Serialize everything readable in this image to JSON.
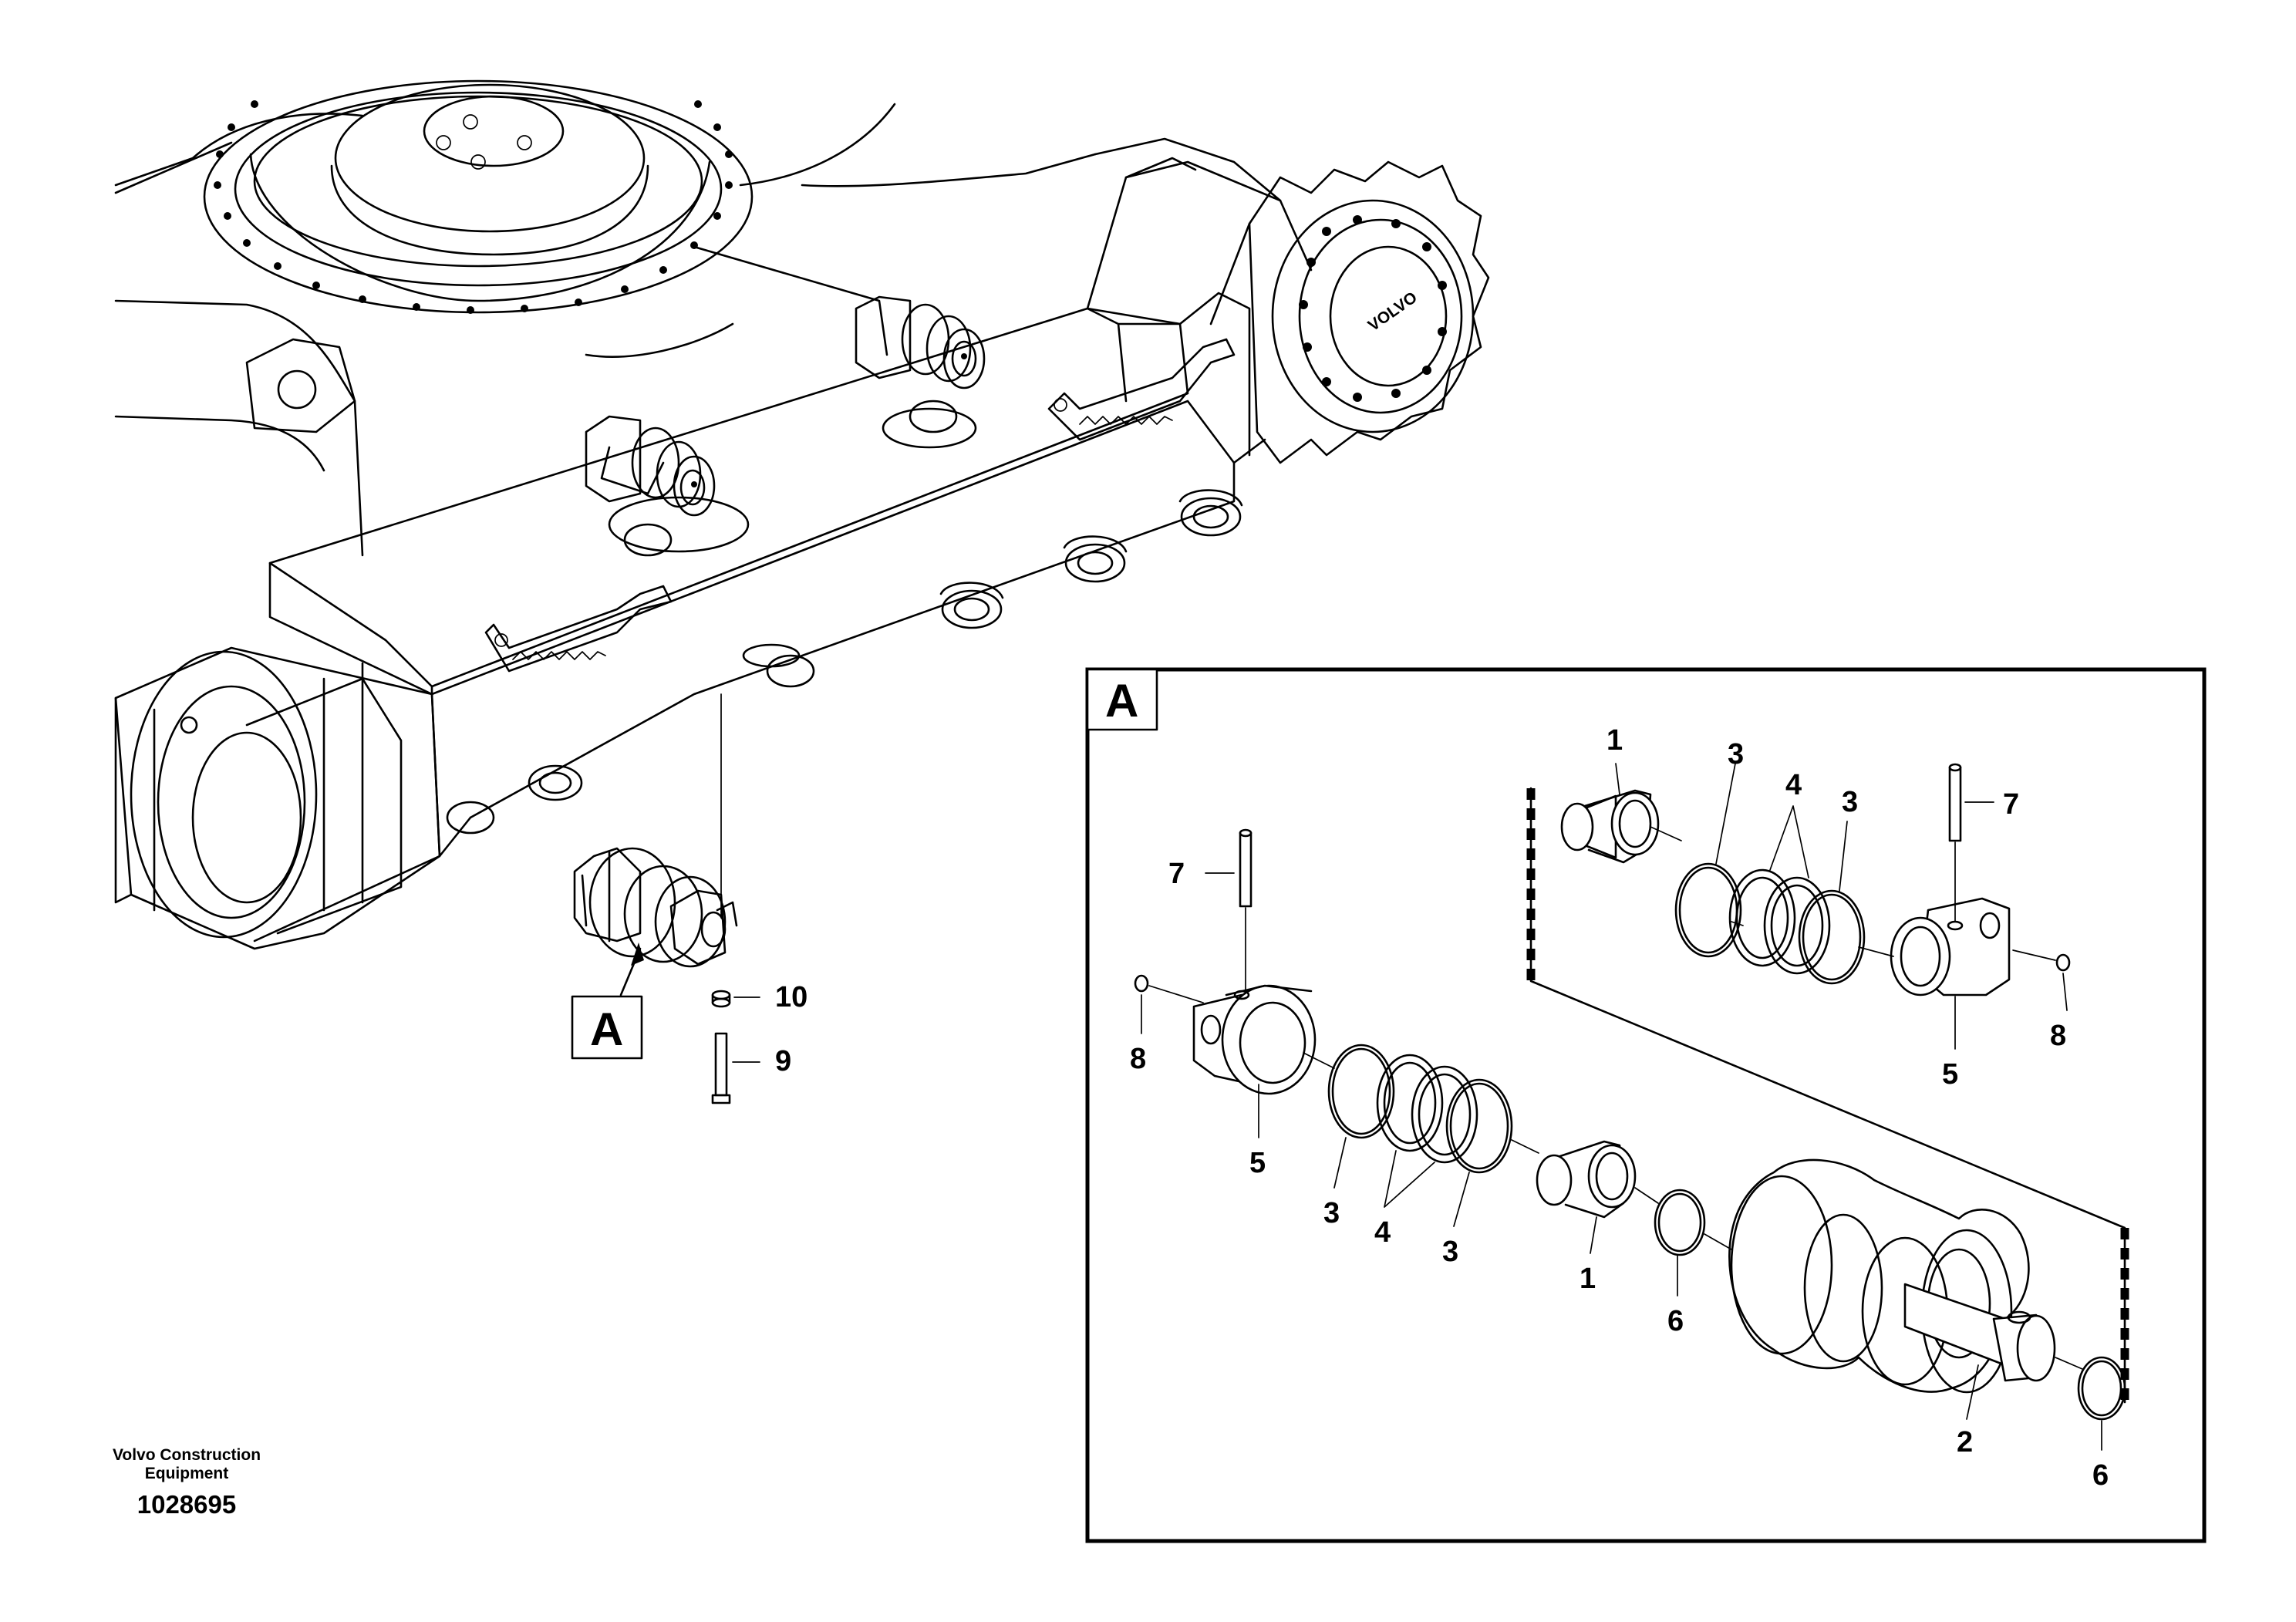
{
  "callouts": {
    "view_marker": "A",
    "detail_marker": "A",
    "part_10": "10",
    "part_9": "9",
    "d_1_top": "1",
    "d_3_top_left": "3",
    "d_4_top": "4",
    "d_3_top_right": "3",
    "d_7_right": "7",
    "d_8_right": "8",
    "d_5_right": "5",
    "d_7_left": "7",
    "d_8_left": "8",
    "d_5_left": "5",
    "d_3_bottom_left": "3",
    "d_4_bottom": "4",
    "d_3_bottom_right": "3",
    "d_1_bottom": "1",
    "d_6_middle": "6",
    "d_2": "2",
    "d_6_bottom": "6"
  },
  "footer": {
    "brand_line1": "Volvo Construction",
    "brand_line2": "Equipment",
    "drawing_number": "1028695"
  },
  "logo_text": "VOLVO"
}
